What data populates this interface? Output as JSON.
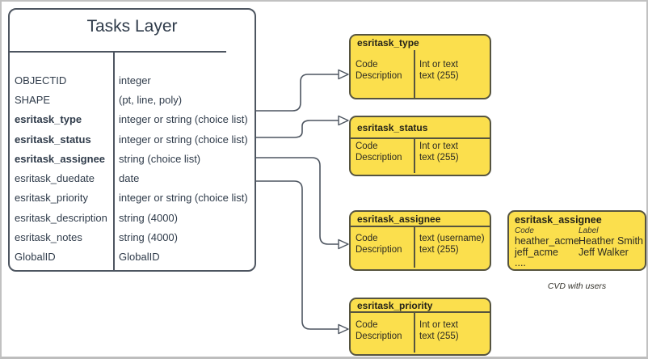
{
  "colors": {
    "domain_box_fill": "#fbdf4d",
    "domain_box_stroke": "#56543f",
    "table_stroke": "#4d5560",
    "table_text": "#2f3b4a",
    "frame_border": "#c1c1c1"
  },
  "tasks": {
    "title": "Tasks Layer",
    "fields": [
      {
        "name": "OBJECTID",
        "type": "integer"
      },
      {
        "name": "SHAPE",
        "type": "(pt, line, poly)"
      },
      {
        "name": "esritask_type",
        "type": "integer or string (choice list)"
      },
      {
        "name": "esritask_status",
        "type": "integer or string (choice list)"
      },
      {
        "name": "esritask_assignee",
        "type": "string (choice list)"
      },
      {
        "name": "esritask_duedate",
        "type": "date"
      },
      {
        "name": "esritask_priority",
        "type": "integer or string (choice list)"
      },
      {
        "name": "esritask_description",
        "type": "string (4000)"
      },
      {
        "name": "esritask_notes",
        "type": "string (4000)"
      },
      {
        "name": "GlobalID",
        "type": "GlobalID"
      }
    ]
  },
  "domains": [
    {
      "title": "esritask_type",
      "left": [
        "Code",
        "Description"
      ],
      "right": [
        "Int or text",
        "text (255)"
      ]
    },
    {
      "title": "esritask_status",
      "left": [
        "Code",
        "Description"
      ],
      "right": [
        "Int or text",
        "text (255)"
      ]
    },
    {
      "title": "esritask_assignee",
      "left": [
        "Code",
        "Description"
      ],
      "right": [
        "text  (username)",
        "text (255)"
      ]
    },
    {
      "title": "esritask_priority",
      "left": [
        "Code",
        "Description"
      ],
      "right": [
        "Int or text",
        "text (255)"
      ]
    }
  ],
  "cvd": {
    "title": "esritask_assignee",
    "col_headers": [
      "Code",
      "Label"
    ],
    "rows": [
      {
        "code": "heather_acme",
        "label": "Heather Smith"
      },
      {
        "code": "jeff_acme",
        "label": "Jeff Walker"
      },
      {
        "code": "....",
        "label": ""
      }
    ],
    "caption": "CVD with users"
  },
  "connections": [
    {
      "from": "field esritask_type",
      "to": "domain box esritask_type"
    },
    {
      "from": "field esritask_status",
      "to": "domain box esritask_status"
    },
    {
      "from": "field esritask_assignee",
      "to": "domain box esritask_assignee"
    },
    {
      "from": "field esritask_priority",
      "to": "domain box esritask_priority"
    }
  ]
}
